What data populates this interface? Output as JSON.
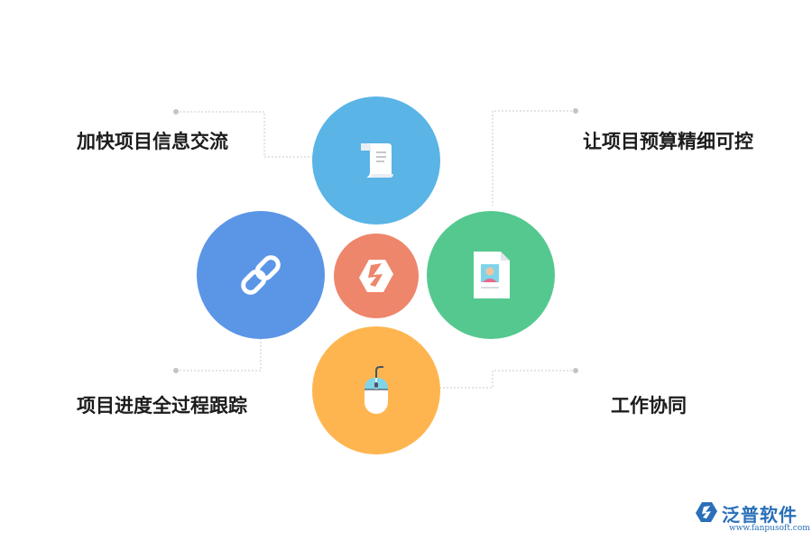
{
  "diagram": {
    "center": {
      "icon": "brand-logo-icon",
      "color": "#ee866b"
    },
    "nodes": [
      {
        "key": "top",
        "label": "加快项目信息交流",
        "icon": "scroll-document-icon",
        "color": "#5ab4e6"
      },
      {
        "key": "right",
        "label": "让项目预算精细可控",
        "icon": "profile-card-icon",
        "color": "#55c88f"
      },
      {
        "key": "left",
        "label": "项目进度全过程跟踪",
        "icon": "chain-link-icon",
        "color": "#5b95e6"
      },
      {
        "key": "bottom",
        "label": "工作协同",
        "icon": "computer-mouse-icon",
        "color": "#ffb54f"
      }
    ]
  },
  "watermark": {
    "brand": "泛普软件",
    "url": "www.fanpusoft.com"
  }
}
